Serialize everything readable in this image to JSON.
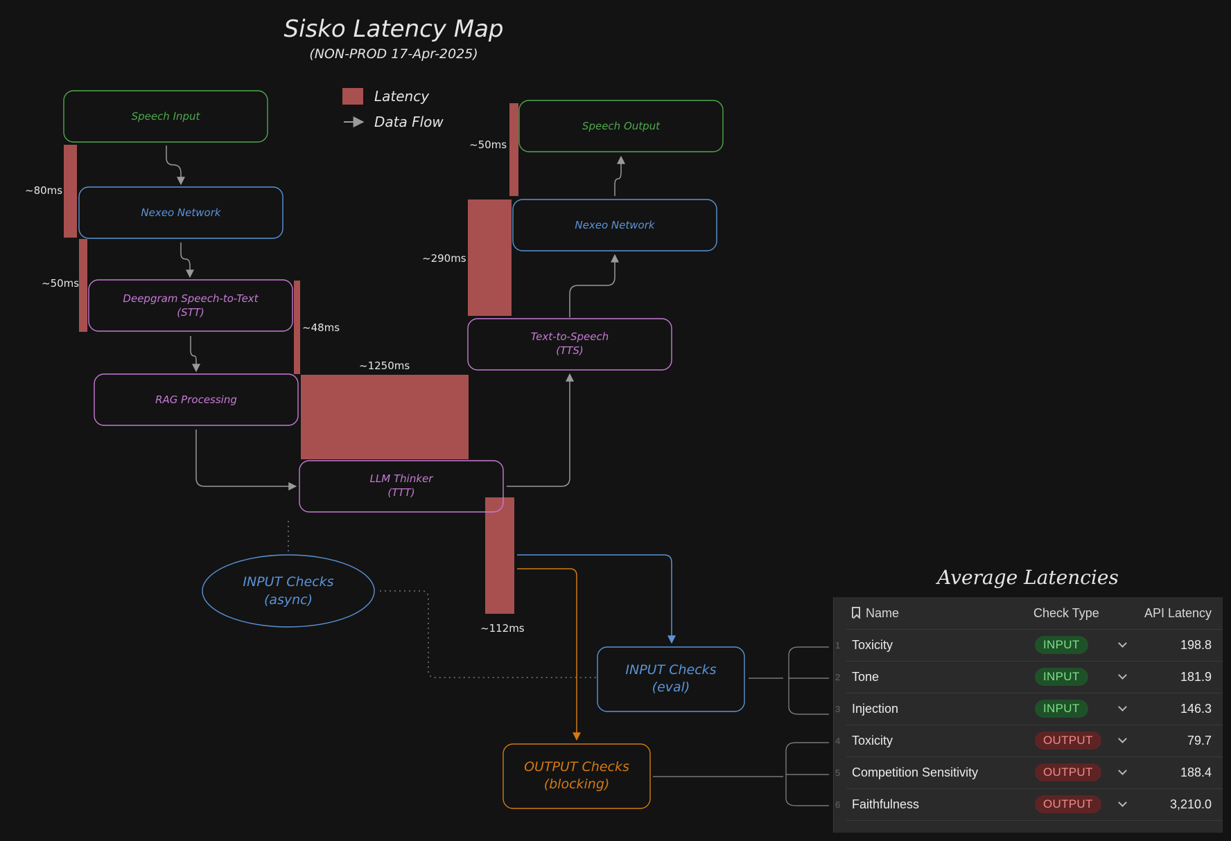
{
  "header": {
    "title": "Sisko Latency Map",
    "subtitle": "(NON-PROD 17-Apr-2025)"
  },
  "legend": {
    "latency_label": "Latency",
    "dataflow_label": "Data Flow"
  },
  "colors": {
    "background": "#131313",
    "latency_bar": "#a85050",
    "green_node": "#4caa4c",
    "blue_node": "#5a94d8",
    "purple_node": "#c77bd6",
    "orange_node": "#d47a12",
    "flow_arrow": "#9a9a9a"
  },
  "nodes": {
    "speech_input": "Speech Input",
    "nexeo_network_in": "Nexeo Network",
    "stt_line1": "Deepgram Speech-to-Text",
    "stt_line2": "(STT)",
    "rag": "RAG Processing",
    "llm_line1": "LLM Thinker",
    "llm_line2": "(TTT)",
    "tts_line1": "Text-to-Speech",
    "tts_line2": "(TTS)",
    "nexeo_network_out": "Nexeo Network",
    "speech_output": "Speech Output",
    "input_async_line1": "INPUT Checks",
    "input_async_line2": "(async)",
    "input_eval_line1": "INPUT Checks",
    "input_eval_line2": "(eval)",
    "output_blocking_line1": "OUTPUT Checks",
    "output_blocking_line2": "(blocking)"
  },
  "latencies": {
    "speech_to_nexeo": "~80ms",
    "nexeo_to_stt": "~50ms",
    "stt_to_rag": "~48ms",
    "rag_to_llm": "~1250ms",
    "llm_checks": "~112ms",
    "tts_to_nexeo": "~290ms",
    "nexeo_to_output": "~50ms"
  },
  "table": {
    "title": "Average Latencies",
    "headers": {
      "name": "Name",
      "check_type": "Check Type",
      "api_latency": "API Latency"
    },
    "rows": [
      {
        "num": "1",
        "name": "Toxicity",
        "type": "INPUT",
        "latency": "198.8"
      },
      {
        "num": "2",
        "name": "Tone",
        "type": "INPUT",
        "latency": "181.9"
      },
      {
        "num": "3",
        "name": "Injection",
        "type": "INPUT",
        "latency": "146.3"
      },
      {
        "num": "4",
        "name": "Toxicity",
        "type": "OUTPUT",
        "latency": "79.7"
      },
      {
        "num": "5",
        "name": "Competition Sensitivity",
        "type": "OUTPUT",
        "latency": "188.4"
      },
      {
        "num": "6",
        "name": "Faithfulness",
        "type": "OUTPUT",
        "latency": "3,210.0"
      }
    ]
  }
}
